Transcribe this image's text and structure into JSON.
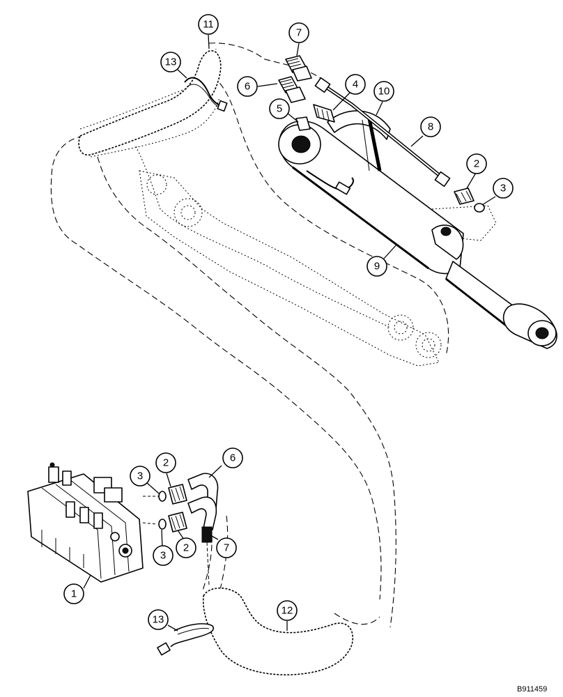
{
  "figure_id": "B911459",
  "callouts": [
    {
      "id": "c11-top",
      "label": "11"
    },
    {
      "id": "c7-top",
      "label": "7"
    },
    {
      "id": "c13-top",
      "label": "13"
    },
    {
      "id": "c6-top",
      "label": "6"
    },
    {
      "id": "c4-top",
      "label": "4"
    },
    {
      "id": "c10",
      "label": "10"
    },
    {
      "id": "c5",
      "label": "5"
    },
    {
      "id": "c8",
      "label": "8"
    },
    {
      "id": "c2-top",
      "label": "2"
    },
    {
      "id": "c3-top",
      "label": "3"
    },
    {
      "id": "c9",
      "label": "9"
    },
    {
      "id": "c3-mid",
      "label": "3"
    },
    {
      "id": "c2-mid",
      "label": "2"
    },
    {
      "id": "c6-bot",
      "label": "6"
    },
    {
      "id": "c3-bot",
      "label": "3"
    },
    {
      "id": "c2-bot",
      "label": "2"
    },
    {
      "id": "c7-bot",
      "label": "7"
    },
    {
      "id": "c1",
      "label": "1"
    },
    {
      "id": "c12",
      "label": "12"
    },
    {
      "id": "c13-bot",
      "label": "13"
    }
  ]
}
